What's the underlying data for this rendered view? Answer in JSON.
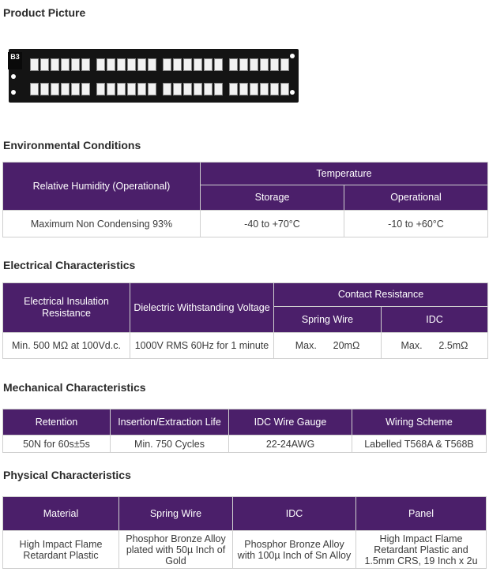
{
  "product_picture": {
    "heading": "Product Picture",
    "logo_text": "B3"
  },
  "environmental": {
    "heading": "Environmental Conditions",
    "h_humidity": "Relative Humidity (Operational)",
    "h_temperature": "Temperature",
    "h_storage": "Storage",
    "h_operational": "Operational",
    "v_humidity": "Maximum Non Condensing 93%",
    "v_storage": "-40 to +70°C",
    "v_operational": "-10 to +60°C"
  },
  "electrical": {
    "heading": "Electrical Characteristics",
    "h_insulation": "Electrical Insulation Resistance",
    "h_dielectric": "Dielectric Withstanding Voltage",
    "h_contact": "Contact Resistance",
    "h_spring": "Spring Wire",
    "h_idc": "IDC",
    "v_insulation": "Min. 500 MΩ at 100Vd.c.",
    "v_dielectric": "1000V RMS 60Hz for 1 minute",
    "v_spring": "Max.      20mΩ",
    "v_idc": "Max.      2.5mΩ"
  },
  "mechanical": {
    "heading": "Mechanical Characteristics",
    "h_retention": "Retention",
    "h_life": "Insertion/Extraction Life",
    "h_gauge": "IDC Wire Gauge",
    "h_wiring": "Wiring Scheme",
    "v_retention": "50N for 60s±5s",
    "v_life": "Min. 750 Cycles",
    "v_gauge": "22-24AWG",
    "v_wiring": "Labelled T568A & T568B"
  },
  "physical": {
    "heading": "Physical Characteristics",
    "h_material": "Material",
    "h_spring": "Spring Wire",
    "h_idc": "IDC",
    "h_panel": "Panel",
    "v_material": "High Impact Flame Retardant Plastic",
    "v_spring": "Phosphor Bronze Alloy plated with 50µ Inch of Gold",
    "v_idc": "Phosphor Bronze Alloy with 100µ Inch of Sn Alloy",
    "v_panel": "High Impact Flame Retardant Plastic and 1.5mm CRS, 19 Inch x 2u"
  }
}
